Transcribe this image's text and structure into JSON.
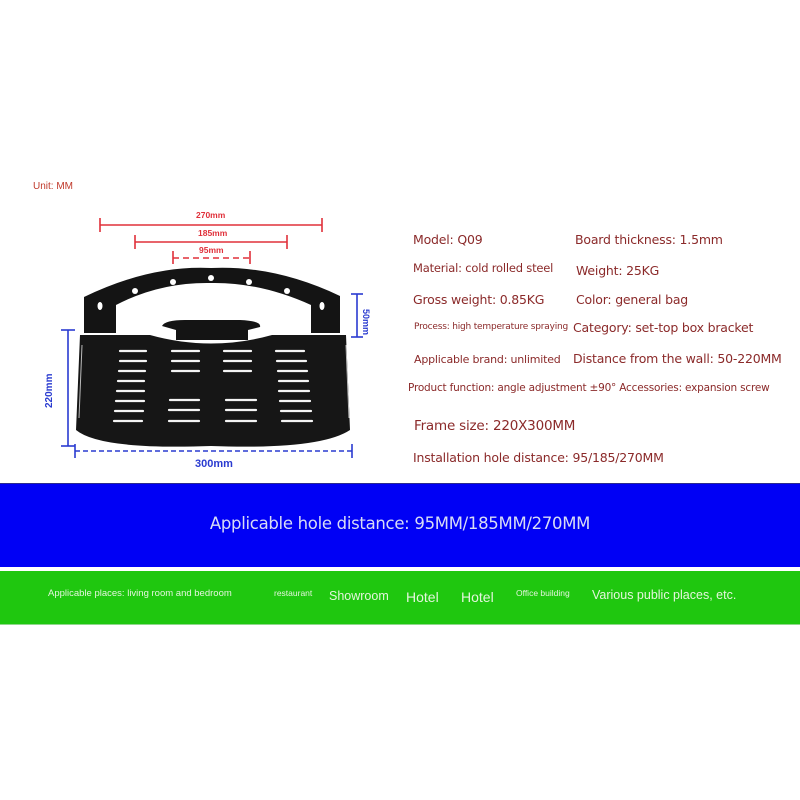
{
  "diagram": {
    "unit_label": "Unit: MM",
    "dimensions": {
      "width_270": "270mm",
      "width_185": "185mm",
      "width_95": "95mm",
      "height_50": "50mm",
      "depth_220": "220mm",
      "width_300": "300mm"
    },
    "colors": {
      "hole_lines": "#e0303a",
      "frame_lines": "#2a3bd0",
      "bracket": "#111111"
    }
  },
  "specs": [
    {
      "label": "Model: Q09"
    },
    {
      "label": "Board thickness: 1.5mm"
    },
    {
      "label": "Material: cold rolled steel"
    },
    {
      "label": "Weight: 25KG"
    },
    {
      "label": "Gross weight: 0.85KG"
    },
    {
      "label": "Color: general bag"
    },
    {
      "label": "Process: high temperature spraying"
    },
    {
      "label": "Category: set-top box bracket"
    },
    {
      "label": "Applicable brand: unlimited"
    },
    {
      "label": "Distance from the wall: 50-220MM"
    },
    {
      "label": "Product function: angle adjustment ±90° Accessories: expansion screw"
    },
    {
      "label": "Frame size: 220X300MM"
    },
    {
      "label": "Installation hole distance: 95/185/270MM"
    }
  ],
  "banner_blue": {
    "text": "Applicable hole distance: 95MM/185MM/270MM",
    "color": "#0000f5"
  },
  "banner_green": {
    "color": "#1fc70f",
    "items": [
      "Applicable places: living room and bedroom",
      "restaurant",
      "Showroom",
      "Hotel",
      "Hotel",
      "Office building",
      "Various public places, etc."
    ]
  }
}
